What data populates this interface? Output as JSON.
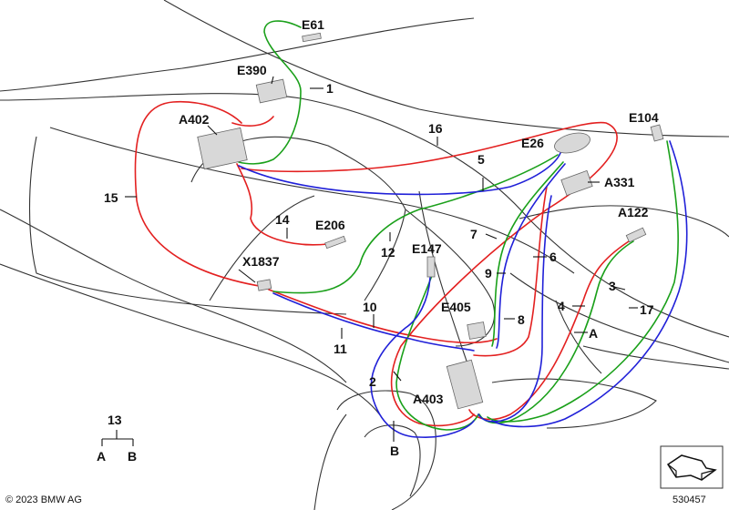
{
  "components": {
    "e61": "E61",
    "e390": "E390",
    "a402": "A402",
    "e26": "E26",
    "e104": "E104",
    "a331": "A331",
    "a122": "A122",
    "e206": "E206",
    "x1837": "X1837",
    "e147": "E147",
    "e405": "E405",
    "a403": "A403"
  },
  "wires": {
    "w1": "1",
    "w2": "2",
    "w3": "3",
    "w4": "4",
    "w5": "5",
    "w6": "6",
    "w7": "7",
    "w8": "8",
    "w9": "9",
    "w10": "10",
    "w11": "11",
    "w12": "12",
    "w14": "14",
    "w15": "15",
    "w16": "16",
    "w17": "17",
    "wA": "A",
    "wB": "B"
  },
  "legend": {
    "group": "13",
    "left": "A",
    "right": "B"
  },
  "footer": {
    "copyright": "© 2023 BMW AG",
    "diagram_number": "530457"
  },
  "colors": {
    "red": "#e32020",
    "green": "#1aa01a",
    "blue": "#2020d8"
  }
}
